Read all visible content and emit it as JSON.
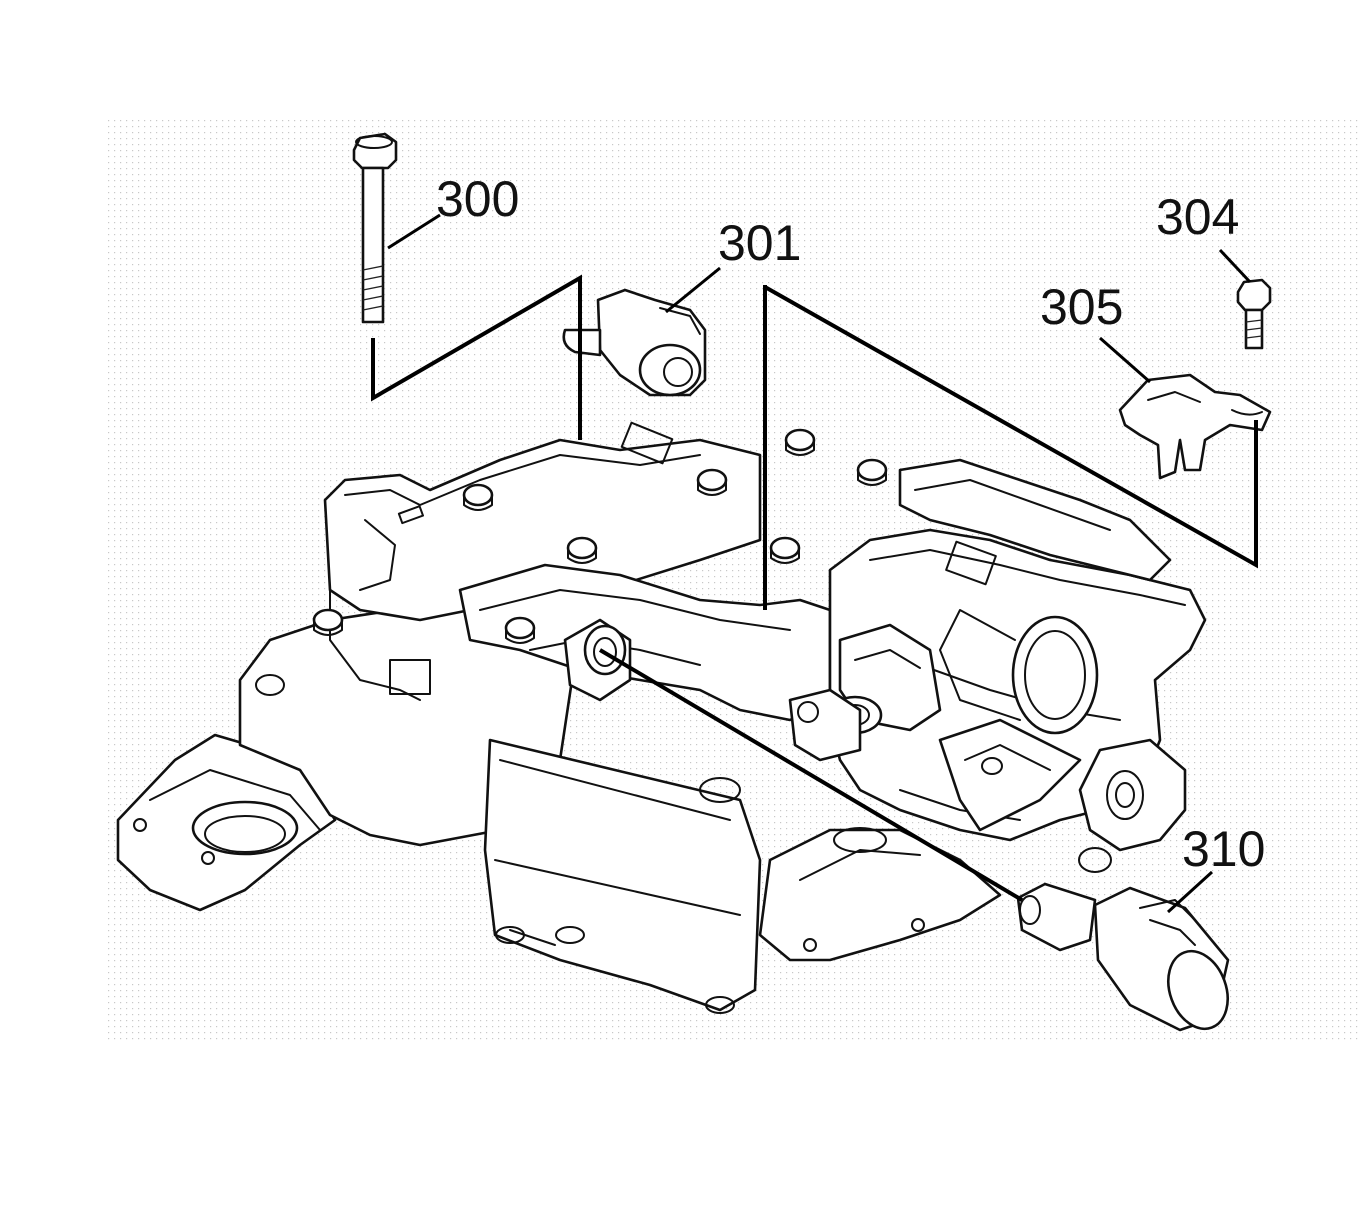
{
  "callouts": {
    "c300": "300",
    "c301": "301",
    "c304": "304",
    "c305": "305",
    "c310": "310"
  },
  "colors": {
    "line": "#111111",
    "background": "#ffffff",
    "stipple": "#c8c8c8"
  }
}
